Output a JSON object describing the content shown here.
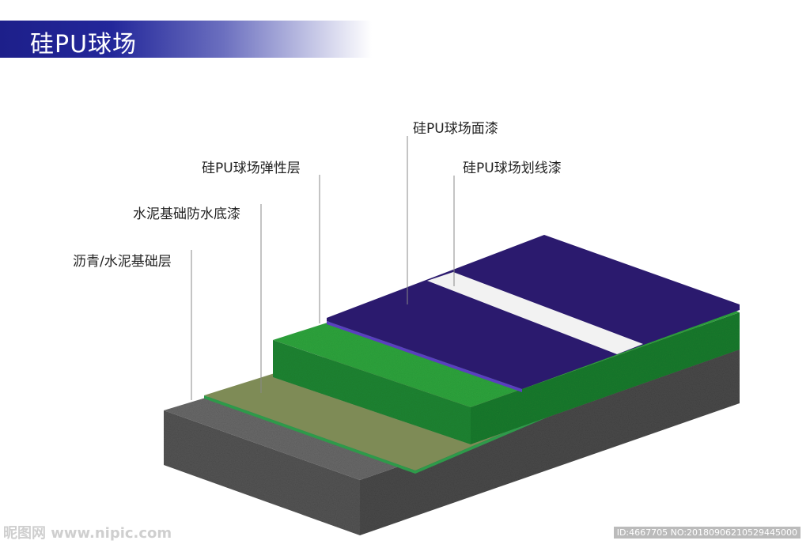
{
  "title": "硅PU球场",
  "labels": {
    "topcoat": "硅PU球场面漆",
    "line_paint": "硅PU球场划线漆",
    "elastic": "硅PU球场弹性层",
    "waterproof": "水泥基础防水底漆",
    "base": "沥青/水泥基础层"
  },
  "watermark": {
    "site": "昵图网 www.nipic.com",
    "id": "ID:4667705 NO:20180906210529445000"
  },
  "colors": {
    "title_bar": "#1d1f8a",
    "topcoat": "#2b1a6e",
    "line_paint": "#f2f2f2",
    "elastic": "#1e8a33",
    "waterproof": "#7d8a55",
    "base": "#3a3a3a"
  }
}
